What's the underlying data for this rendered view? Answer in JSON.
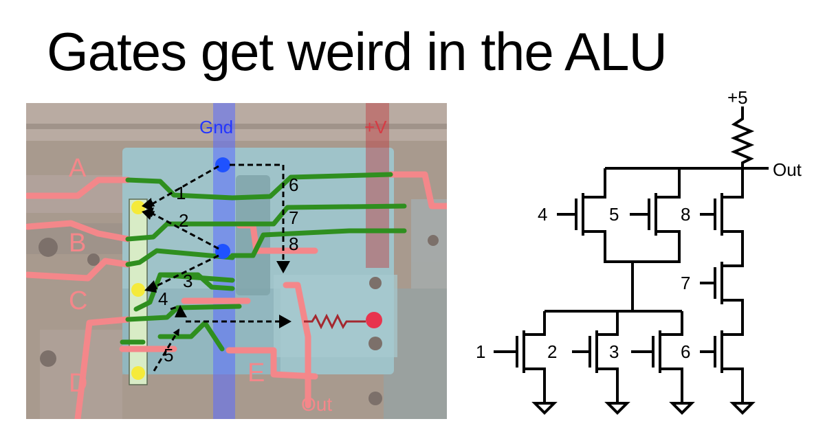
{
  "slide": {
    "title": "Gates get weird in the ALU"
  },
  "die_photo": {
    "rail_labels": {
      "gnd": "Gnd",
      "vplus": "+V"
    },
    "input_labels": [
      "A",
      "B",
      "C",
      "D",
      "E"
    ],
    "output_label": "Out",
    "transistor_numbers": [
      "1",
      "2",
      "3",
      "4",
      "5",
      "6",
      "7",
      "8"
    ],
    "colors": {
      "ground_rail": "#5a6cff",
      "vplus_rail": "#c0393f",
      "polysilicon": "#2f8f1f",
      "metal_trace": "#f4878a",
      "contact_dot": "#f5ea3a",
      "ground_via": "#1f52ff",
      "resistor_node": "#e8344e"
    }
  },
  "schematic": {
    "supply_label": "+5",
    "output_label": "Out",
    "transistor_numbers": [
      "1",
      "2",
      "3",
      "4",
      "5",
      "6",
      "7",
      "8"
    ]
  }
}
